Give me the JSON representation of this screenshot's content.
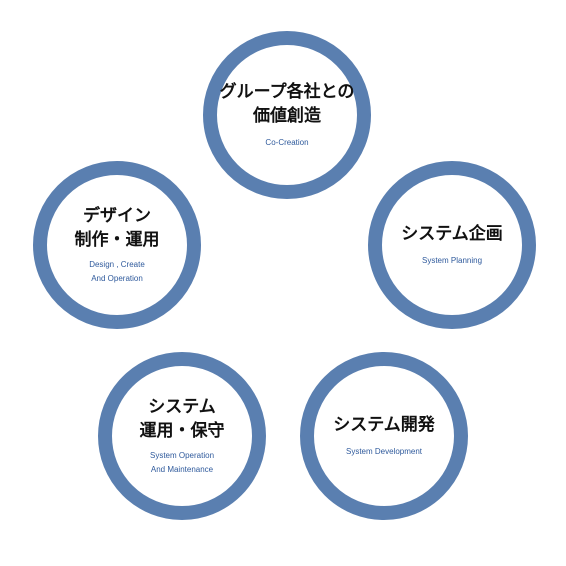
{
  "accent_color": "#5a7fb0",
  "circles": [
    {
      "title_line1": "グループ各社との",
      "title_line2": "価値創造",
      "subtitle_line1": "Co-Creation",
      "subtitle_line2": ""
    },
    {
      "title_line1": "システム企画",
      "title_line2": "",
      "subtitle_line1": "System Planning",
      "subtitle_line2": ""
    },
    {
      "title_line1": "デザイン",
      "title_line2": "制作・運用",
      "subtitle_line1": "Design , Create",
      "subtitle_line2": "And Operation"
    },
    {
      "title_line1": "システム",
      "title_line2": "運用・保守",
      "subtitle_line1": "System Operation",
      "subtitle_line2": "And Maintenance"
    },
    {
      "title_line1": "システム開発",
      "title_line2": "",
      "subtitle_line1": "System Development",
      "subtitle_line2": ""
    }
  ]
}
